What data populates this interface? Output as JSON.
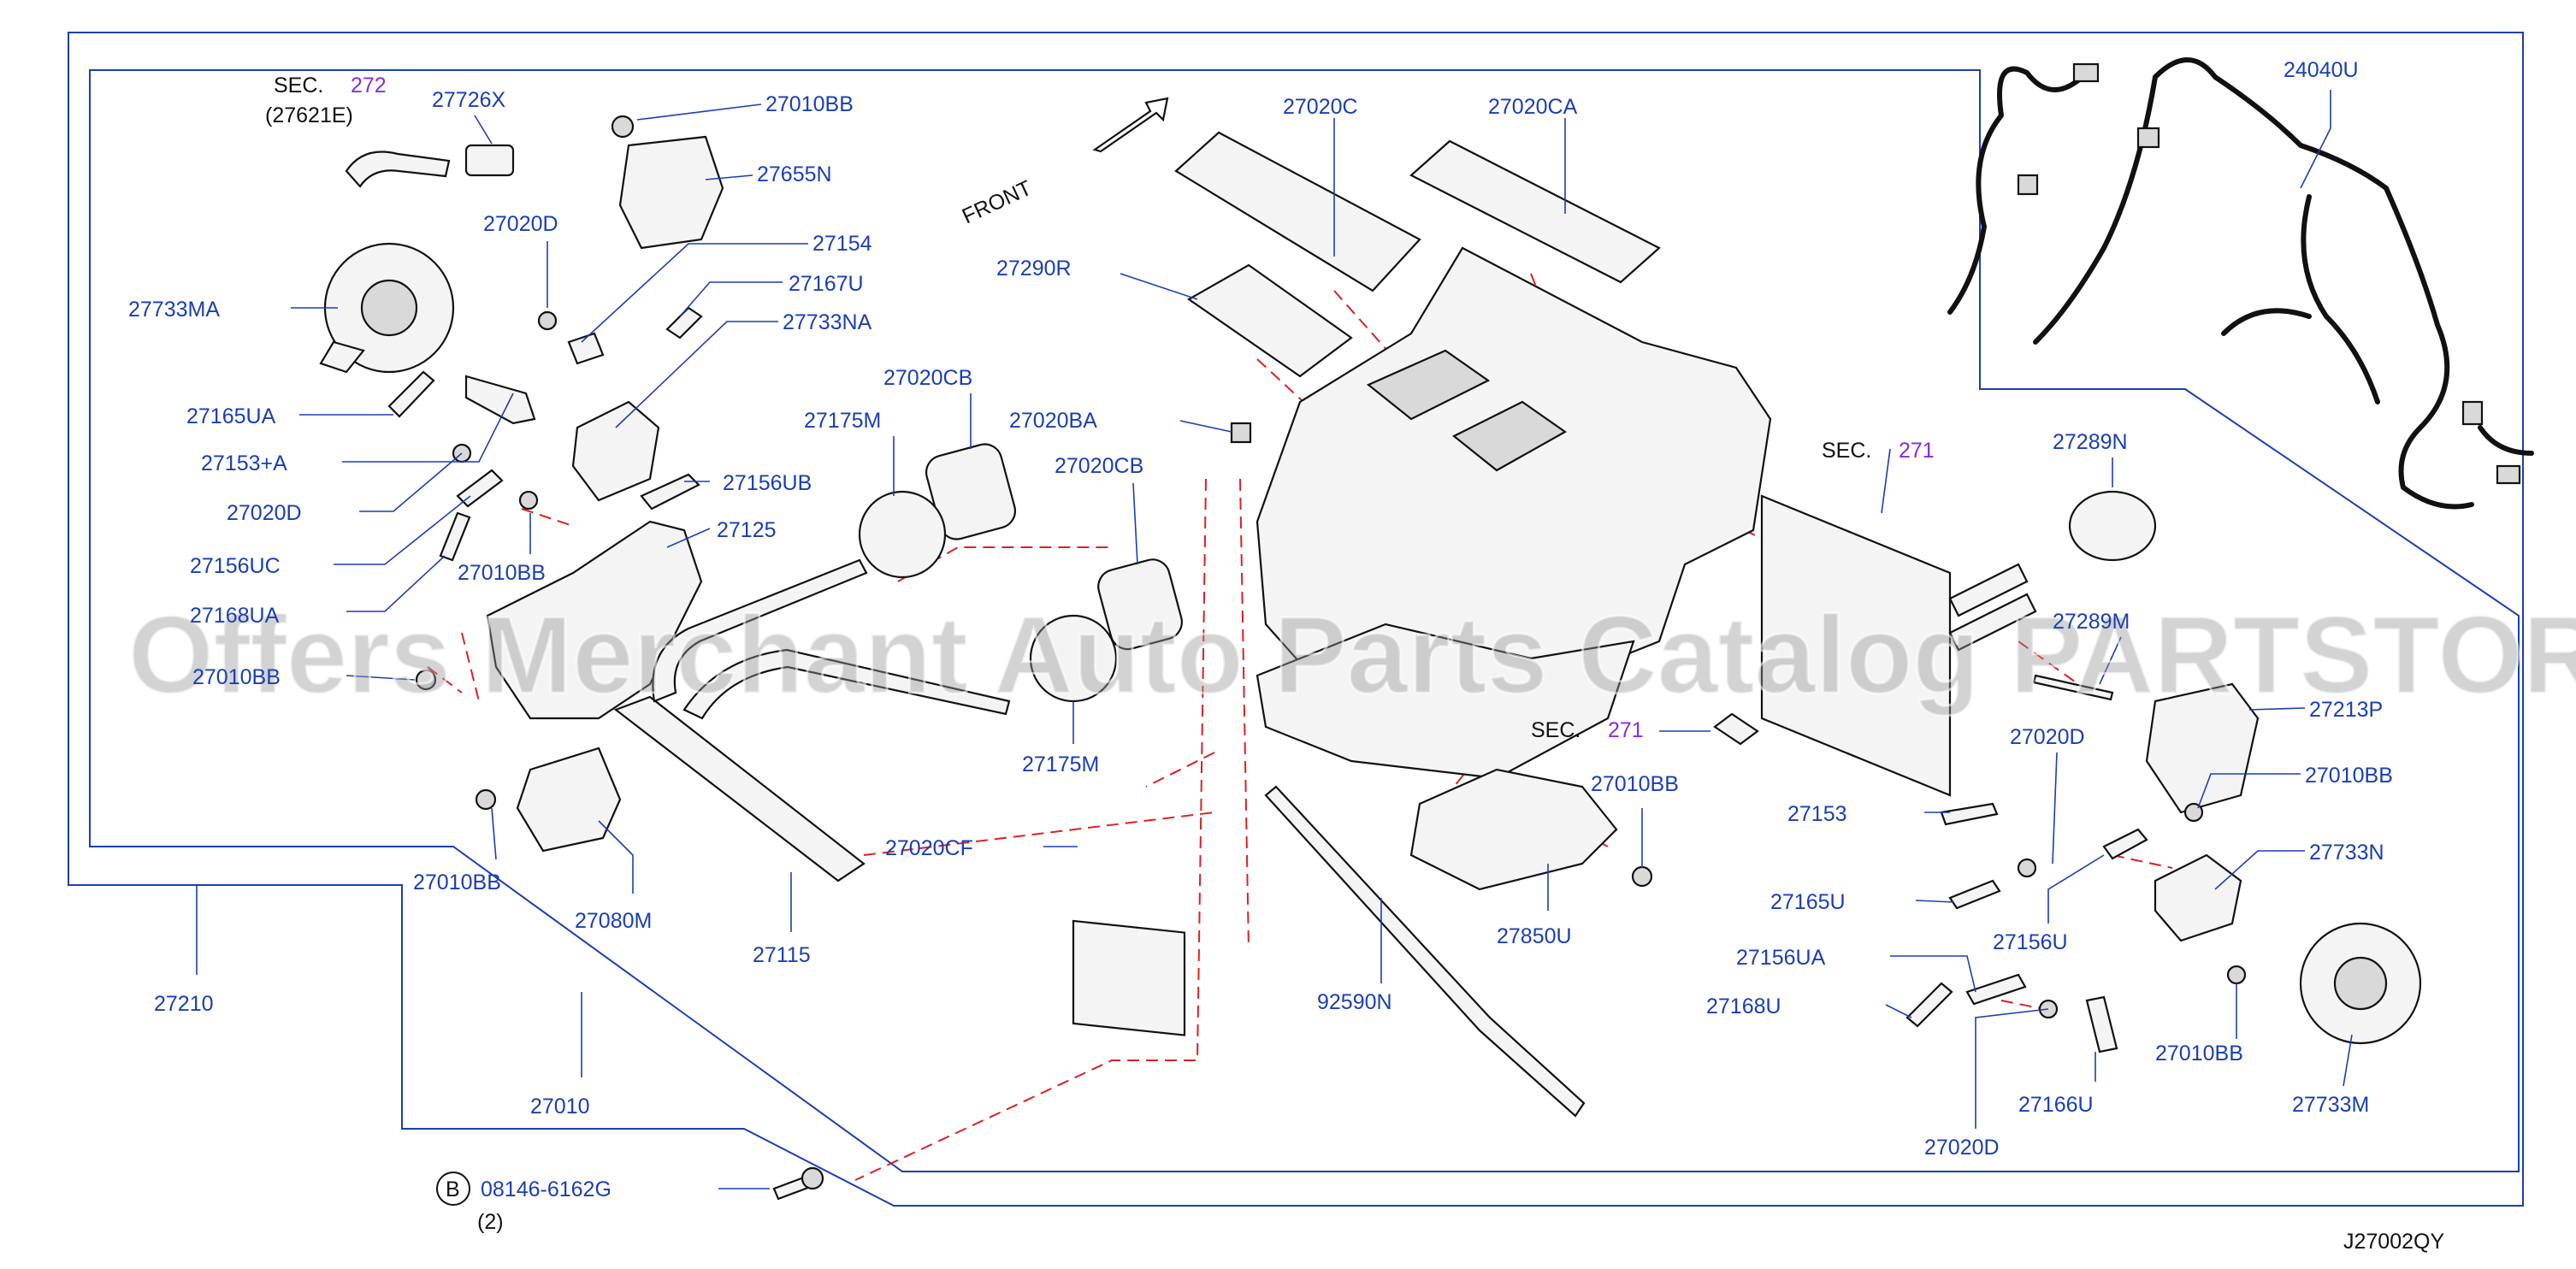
{
  "diagram": {
    "code": "J27002QY",
    "watermark": "Offers Merchant Auto Parts Catalog PARTSTORE.SA",
    "front_label": "FRONT",
    "sec_prefix": "SEC.",
    "sec_refs": {
      "sec272_num": "272",
      "sec272_sub": "(27621E)",
      "sec271_top": "271",
      "sec271_mid": "271"
    },
    "bolt": {
      "circle_letter": "B",
      "part": "08146-6162G",
      "qty": "(2)"
    },
    "colors": {
      "label": "#1a3fb5",
      "section_ref": "#8a2be2",
      "leader_dash": "#e02020"
    },
    "labels": {
      "p27726X": "27726X",
      "p27010BB_a": "27010BB",
      "p27655N": "27655N",
      "p27020D_a": "27020D",
      "p27154": "27154",
      "p27167U": "27167U",
      "p27733MA": "27733MA",
      "p27733NA": "27733NA",
      "p27165UA": "27165UA",
      "p27153A": "27153+A",
      "p27020D_b": "27020D",
      "p27156UB": "27156UB",
      "p27156UC": "27156UC",
      "p27010BB_b": "27010BB",
      "p27125": "27125",
      "p27168UA": "27168UA",
      "p27010BB_c": "27010BB",
      "p27010BB_d": "27010BB",
      "p27080M": "27080M",
      "p27115": "27115",
      "p27210": "27210",
      "p27010": "27010",
      "p27020C": "27020C",
      "p27020CA": "27020CA",
      "p27290R": "27290R",
      "p27020CB_a": "27020CB",
      "p27175M_a": "27175M",
      "p27020BA": "27020BA",
      "p27020CB_b": "27020CB",
      "p27175M_b": "27175M",
      "p27020CF": "27020CF",
      "p24040U": "24040U",
      "p27289N": "27289N",
      "p27289M": "27289M",
      "p27213P": "27213P",
      "p27020D_c": "27020D",
      "p27010BB_e": "27010BB",
      "p27153": "27153",
      "p27733N": "27733N",
      "p27165U": "27165U",
      "p27156U": "27156U",
      "p27156UA": "27156UA",
      "p27168U": "27168U",
      "p27010BB_f": "27010BB",
      "p27733M": "27733M",
      "p27166U": "27166U",
      "p27020D_d": "27020D",
      "p27010BB_g": "27010BB",
      "p27850U": "27850U",
      "p92590N": "92590N"
    }
  }
}
